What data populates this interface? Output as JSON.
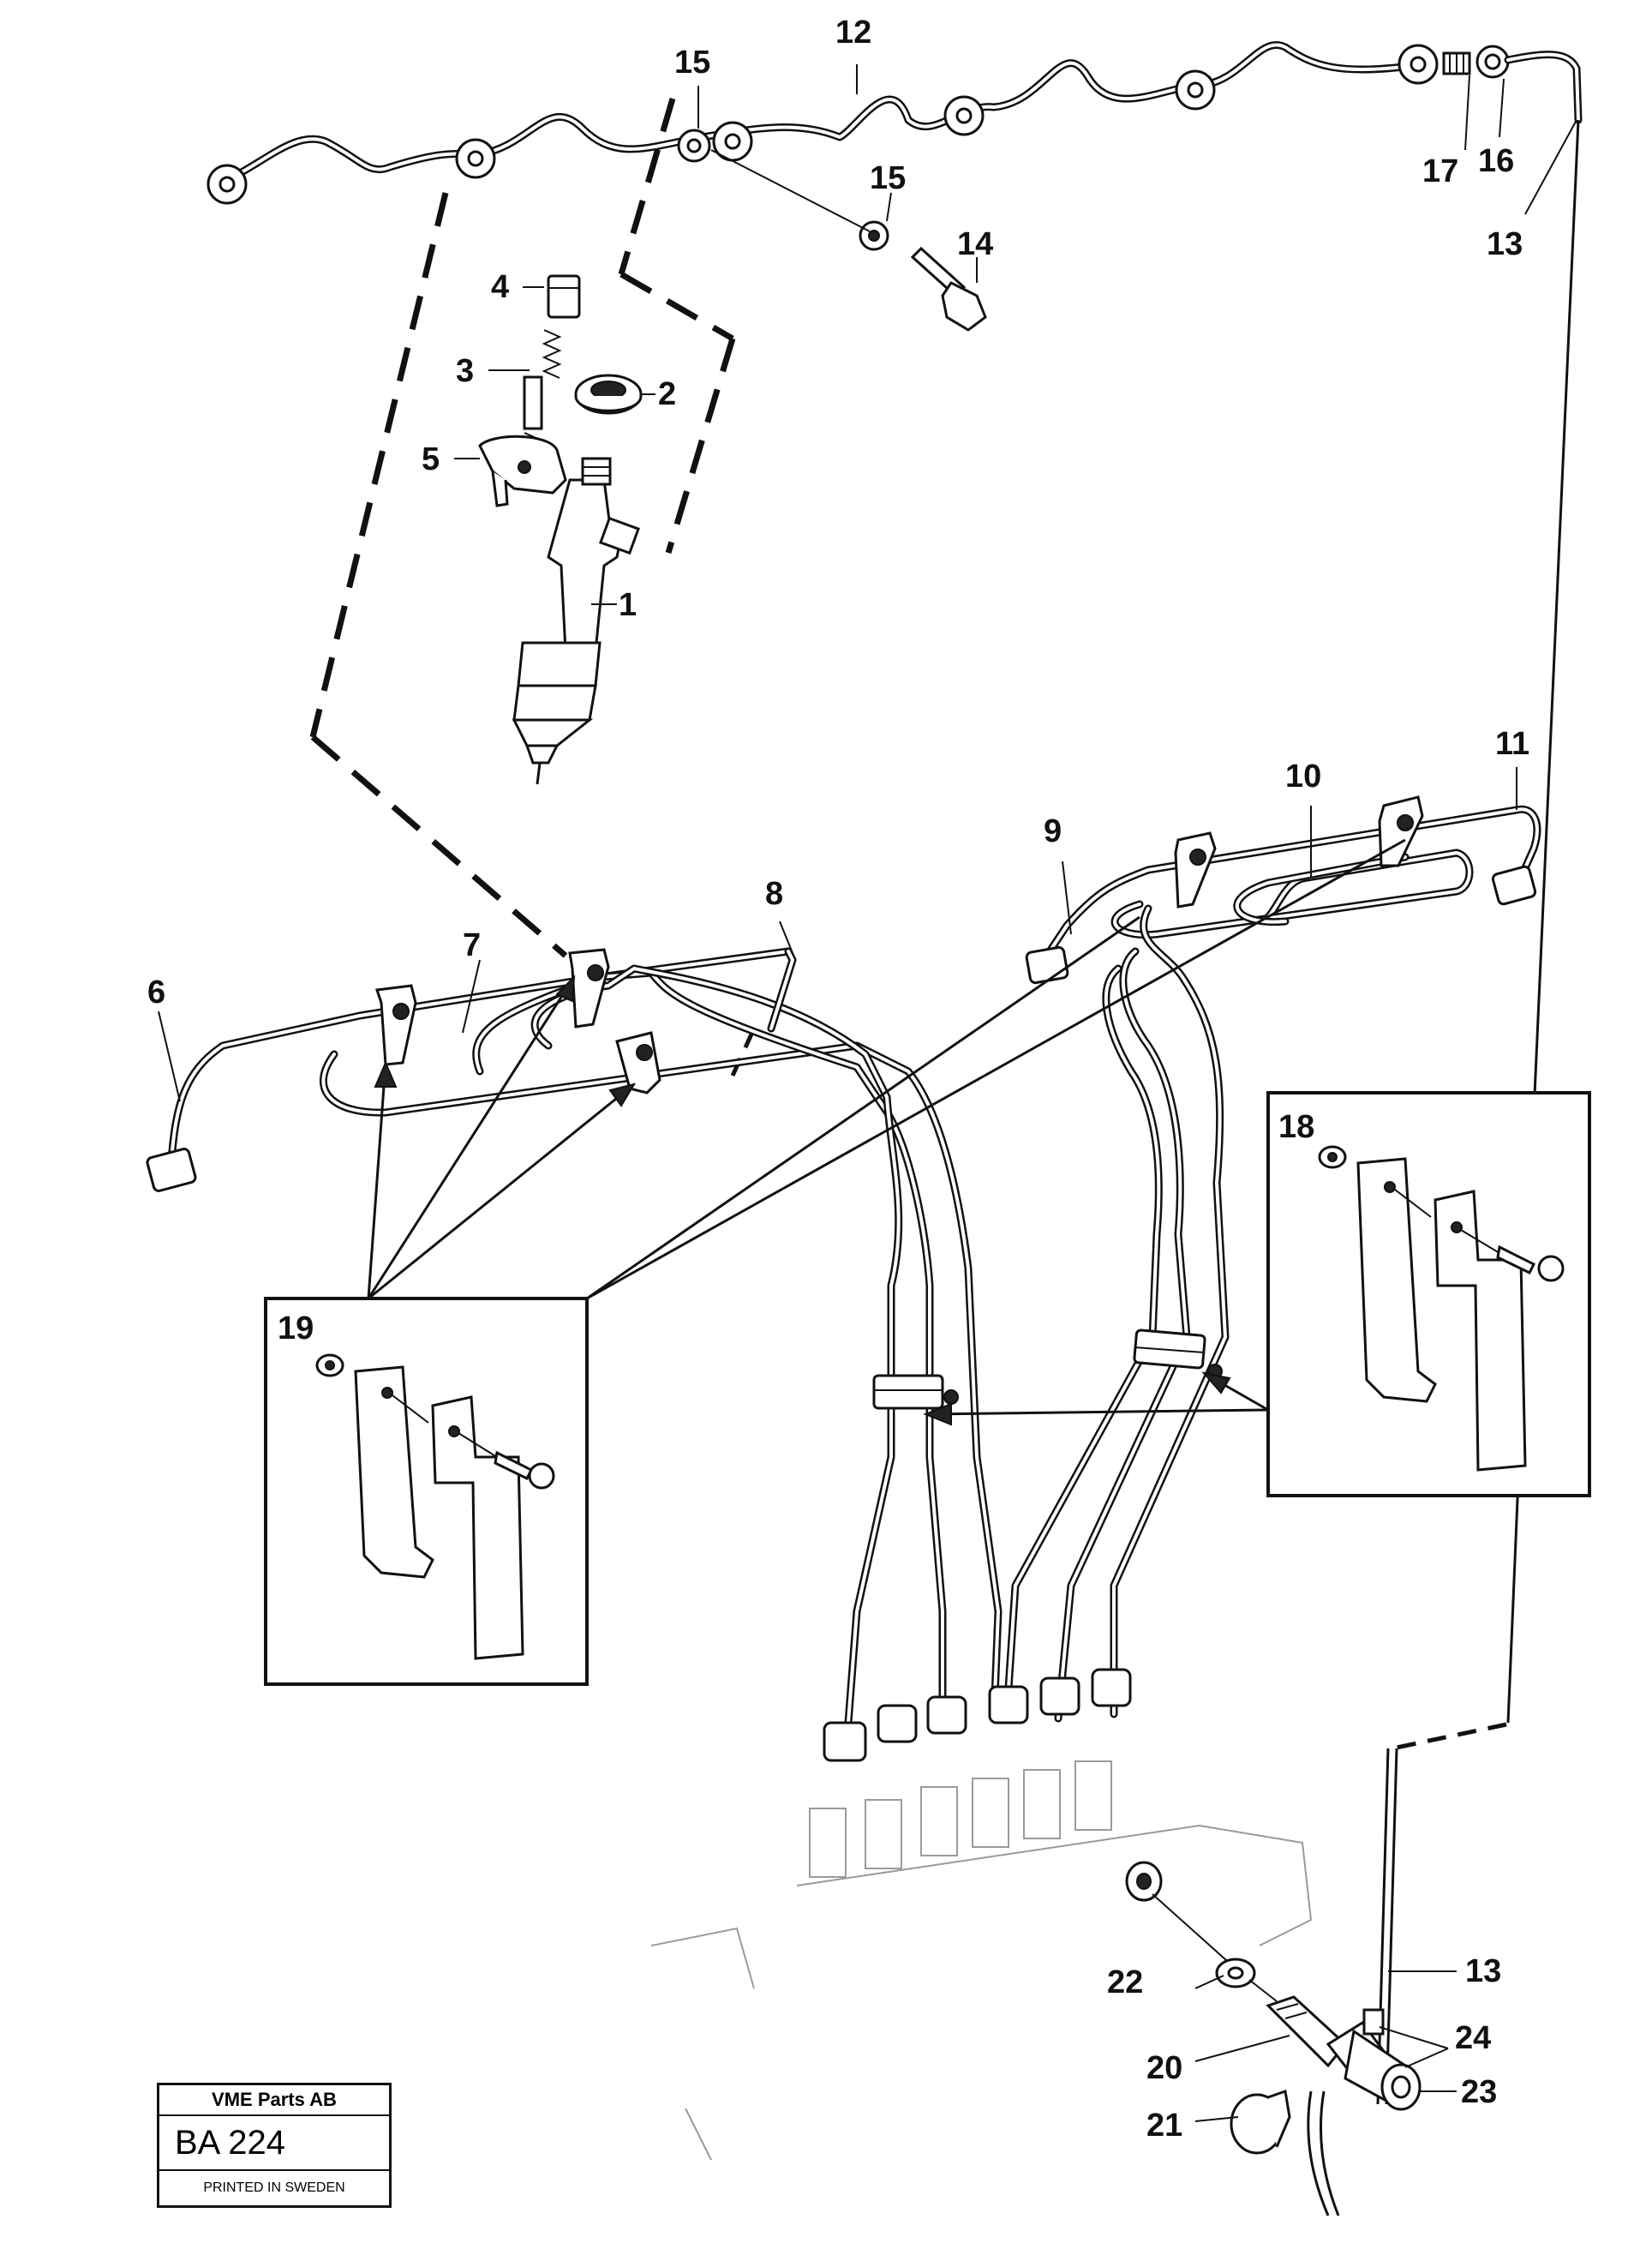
{
  "callouts": {
    "c1": "1",
    "c2": "2",
    "c3": "3",
    "c4": "4",
    "c5": "5",
    "c6": "6",
    "c7": "7",
    "c8": "8",
    "c9": "9",
    "c10": "10",
    "c11": "11",
    "c12": "12",
    "c13a": "13",
    "c13b": "13",
    "c14": "14",
    "c15a": "15",
    "c15b": "15",
    "c16": "16",
    "c17": "17",
    "c18": "18",
    "c19": "19",
    "c20": "20",
    "c21": "21",
    "c22": "22",
    "c23": "23",
    "c24": "24"
  },
  "title_block": {
    "company": "VME Parts AB",
    "code": "BA 224",
    "printed": "PRINTED IN SWEDEN"
  }
}
